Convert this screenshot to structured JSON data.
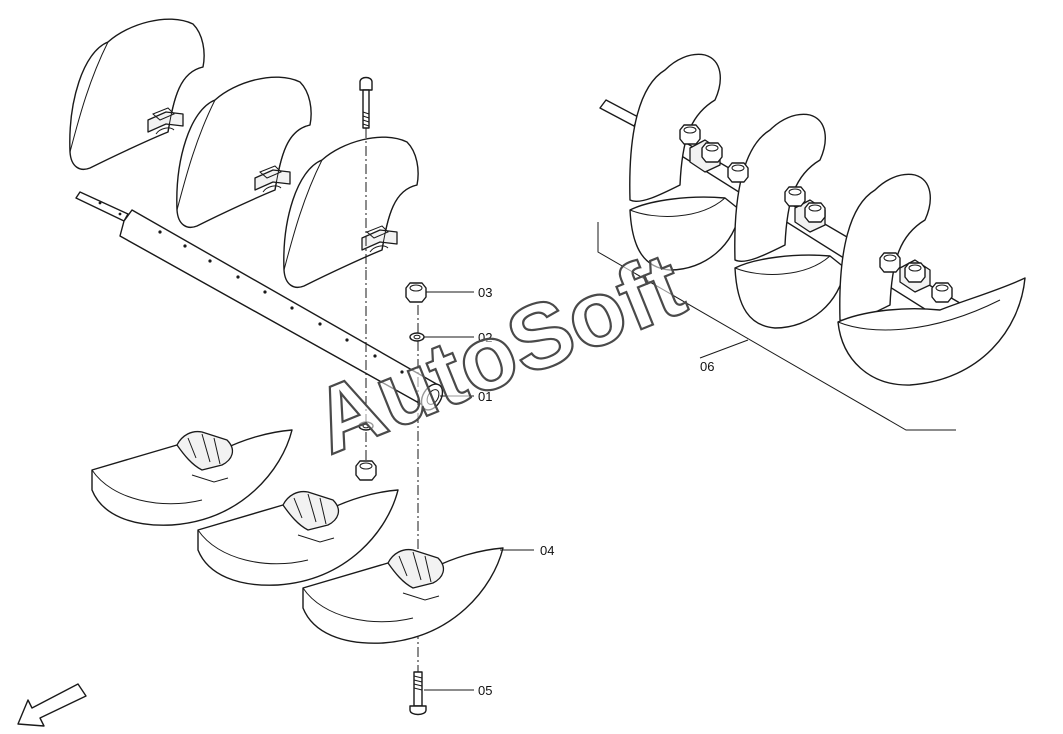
{
  "watermark": "AutoSoft",
  "callouts": [
    {
      "id": "01",
      "label": "01"
    },
    {
      "id": "02",
      "label": "02"
    },
    {
      "id": "03",
      "label": "03"
    },
    {
      "id": "04",
      "label": "04"
    },
    {
      "id": "05",
      "label": "05"
    },
    {
      "id": "06",
      "label": "06"
    }
  ],
  "icons": {
    "orientation_arrow": "orientation-arrow-icon"
  }
}
